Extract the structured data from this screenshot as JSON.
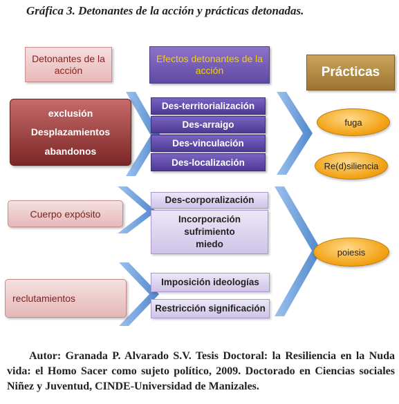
{
  "title": "Gráfica 3. Detonantes de la acción y prácticas detonadas.",
  "headers": {
    "detonantes": "Detonantes de la acción",
    "efectos": "Efectos detonantes de la acción",
    "practicas": "Prácticas"
  },
  "detonantes_group": [
    "exclusión",
    "Desplazamientos",
    "abandonos"
  ],
  "cuerpo": "Cuerpo expósito",
  "reclutamientos": "reclutamientos",
  "efectos_group1": [
    "Des-territorialización",
    "Des-arraigo",
    "Des-vinculación",
    "Des-localización"
  ],
  "efectos_group2": {
    "item1": "Des-corporalización",
    "item2": "Incorporación sufrimiento",
    "item3": "miedo"
  },
  "efectos_group3": [
    "Imposición ideologías",
    "Restricción significación"
  ],
  "practicas_items": [
    "fuga",
    "Re(d)siliencia",
    "poiesis"
  ],
  "caption": "Autor: Granada P. Alvarado S.V. Tesis Doctoral: la Resiliencia en la Nuda vida: el Homo Sacer como sujeto político, 2009. Doctorado en Ciencias sociales Niñez y Juventud, CINDE-Universidad de Manizales.",
  "colors": {
    "chevron": "#5b8fd1",
    "oval": "#f2a316",
    "dark_purple": "#5b46a2",
    "dark_red": "#8b3030"
  }
}
